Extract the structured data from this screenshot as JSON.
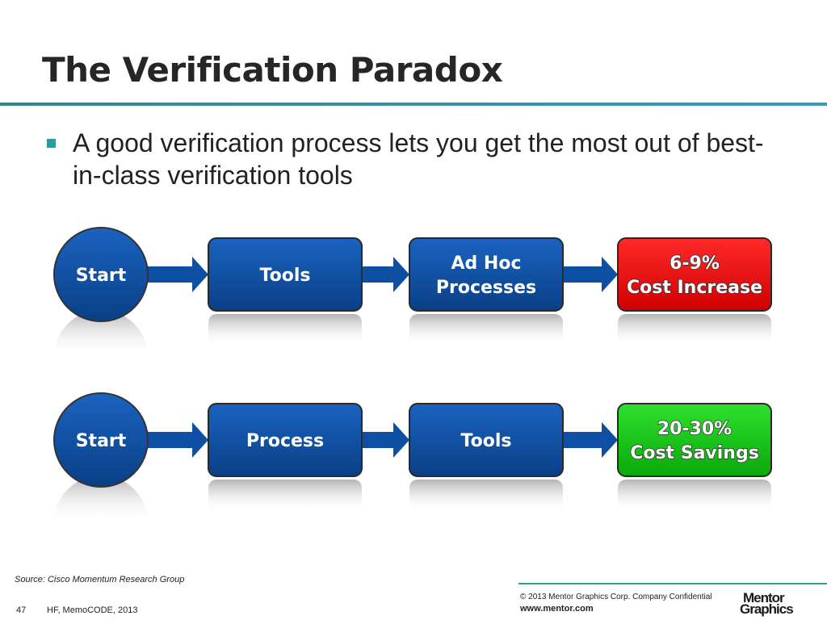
{
  "slide": {
    "title": "The Verification Paradox",
    "bullet": "A good verification process lets you get the most out of best-in-class verification tools"
  },
  "flows": [
    {
      "nodes": [
        {
          "label": "Start",
          "kind": "circle"
        },
        {
          "label": "Tools",
          "kind": "box"
        },
        {
          "label": "Ad Hoc\nProcesses",
          "kind": "box"
        },
        {
          "label": "6-9%\nCost Increase",
          "kind": "result-bad"
        }
      ]
    },
    {
      "nodes": [
        {
          "label": "Start",
          "kind": "circle"
        },
        {
          "label": "Process",
          "kind": "box"
        },
        {
          "label": "Tools",
          "kind": "box"
        },
        {
          "label": "20-30%\nCost Savings",
          "kind": "result-good"
        }
      ]
    }
  ],
  "colors": {
    "node": "#0d4fa3",
    "arrow": "#0d4fa3",
    "bad": "#e60000",
    "good": "#10c010",
    "accent": "#2e9a9a"
  },
  "footer": {
    "source": "Source:  Cisco Momentum Research Group",
    "page": "47",
    "event": "HF, MemoCODE, 2013",
    "copyright": "© 2013 Mentor Graphics Corp.     Company Confidential",
    "url": "www.mentor.com",
    "logo_line1": "Mentor",
    "logo_line2": "Graphics"
  }
}
